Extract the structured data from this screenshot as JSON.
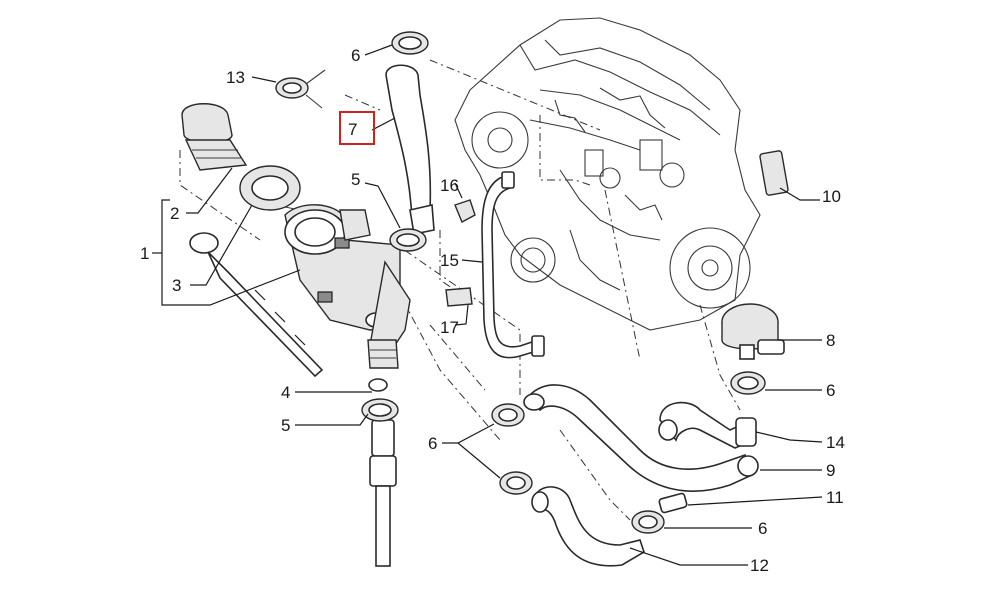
{
  "diagram": {
    "highlight_color": "#d21f1f",
    "callouts": [
      {
        "key": "c1",
        "text": "1"
      },
      {
        "key": "c2",
        "text": "2"
      },
      {
        "key": "c3",
        "text": "3"
      },
      {
        "key": "c4",
        "text": "4"
      },
      {
        "key": "c5a",
        "text": "5"
      },
      {
        "key": "c5b",
        "text": "5"
      },
      {
        "key": "c6a",
        "text": "6"
      },
      {
        "key": "c6b",
        "text": "6"
      },
      {
        "key": "c6c",
        "text": "6"
      },
      {
        "key": "c6d",
        "text": "6"
      },
      {
        "key": "c7",
        "text": "7"
      },
      {
        "key": "c8",
        "text": "8"
      },
      {
        "key": "c9",
        "text": "9"
      },
      {
        "key": "c10",
        "text": "10"
      },
      {
        "key": "c11",
        "text": "11"
      },
      {
        "key": "c12",
        "text": "12"
      },
      {
        "key": "c13",
        "text": "13"
      },
      {
        "key": "c14",
        "text": "14"
      },
      {
        "key": "c15",
        "text": "15"
      },
      {
        "key": "c16",
        "text": "16"
      },
      {
        "key": "c17",
        "text": "17"
      }
    ]
  }
}
